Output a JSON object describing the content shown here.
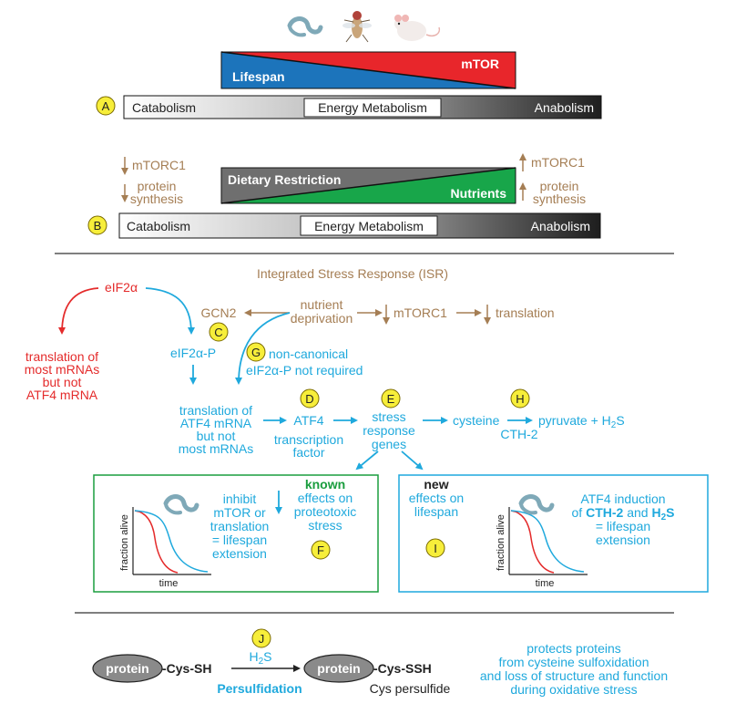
{
  "panel_top": {
    "badge": "A",
    "lifespan": "Lifespan",
    "mtor": "mTOR",
    "catabolism": "Catabolism",
    "energy_metabolism": "Energy Metabolism",
    "anabolism": "Anabolism"
  },
  "panel_b": {
    "badge": "B",
    "dietary_restriction": "Dietary Restriction",
    "nutrients": "Nutrients",
    "left_mtorc1": "mTORC1",
    "left_protein": "protein",
    "left_synthesis": "synthesis",
    "right_mtorc1": "mTORC1",
    "right_protein": "protein",
    "right_synthesis": "synthesis",
    "catabolism": "Catabolism",
    "energy_metabolism": "Energy Metabolism",
    "anabolism": "Anabolism"
  },
  "isr": {
    "title": "Integrated Stress Response (ISR)",
    "eif2a": "eIF2α",
    "gcn2": "GCN2",
    "nutrient": "nutrient",
    "deprivation": "deprivation",
    "mtorc1": "mTORC1",
    "translation": "translation",
    "red_line1": "translation of",
    "red_line2": "most mRNAs",
    "red_line3": "but not",
    "red_line4": "ATF4 mRNA",
    "eif2a_p": "eIF2α-P",
    "badge_c": "C",
    "badge_g": "G",
    "noncanonical": "non-canonical",
    "not_required": "eIF2α-P not required",
    "trans_line1": "translation of",
    "trans_line2": "ATF4 mRNA",
    "trans_line3": "but not",
    "trans_line4": "most mRNAs",
    "badge_d": "D",
    "atf4": "ATF4",
    "tf_line1": "transcription",
    "tf_line2": "factor",
    "badge_e": "E",
    "stress": "stress",
    "response": "response",
    "genes": "genes",
    "badge_h": "H",
    "cysteine": "cysteine",
    "cth2": "CTH-2",
    "pyruvate": "pyruvate + H",
    "h2s_sub": "2",
    "h2s_s": "S"
  },
  "box_f": {
    "badge": "F",
    "known": "known",
    "effects_line1": "effects on",
    "effects_line2": "proteotoxic",
    "effects_line3": "stress",
    "inhibit_line1": "inhibit",
    "inhibit_line2": "mTOR or",
    "inhibit_line3": "translation",
    "inhibit_line4": "= lifespan",
    "inhibit_line5": "extension",
    "ylabel": "fraction alive",
    "xlabel": "time"
  },
  "box_i": {
    "badge": "I",
    "new": "new",
    "effects_line1": "effects on",
    "effects_line2": "lifespan",
    "atf4_line1": "ATF4 induction",
    "atf4_of": "of",
    "atf4_cth2": "CTH-2",
    "atf4_and": "and",
    "atf4_h": "H",
    "atf4_sub": "2",
    "atf4_s": "S",
    "atf4_line3": "= lifespan",
    "atf4_line4": "extension",
    "ylabel": "fraction alive",
    "xlabel": "time"
  },
  "bottom": {
    "badge": "J",
    "protein_left": "protein",
    "cys_sh": "-Cys-SH",
    "h2s_h": "H",
    "h2s_sub": "2",
    "h2s_s": "S",
    "persulfidation": "Persulfidation",
    "protein_right": "protein",
    "cys_ssh": "-Cys-SSH",
    "cys_persulfide": "Cys persulfide",
    "protects_line1": "protects proteins",
    "protects_line2": "from cysteine sulfoxidation",
    "protects_line3": "and loss of structure and function",
    "protects_line4": "during oxidative stress"
  },
  "colors": {
    "brown": "#a57e54",
    "blue": "#1fa9dd",
    "red": "#e42b2b",
    "green": "#1a9d3e",
    "lifespan_blue": "#1c74bb",
    "mtor_red": "#e8262b",
    "badge_yellow": "#f7ee3a"
  },
  "icons": [
    "worm-icon",
    "fly-icon",
    "mouse-icon"
  ]
}
